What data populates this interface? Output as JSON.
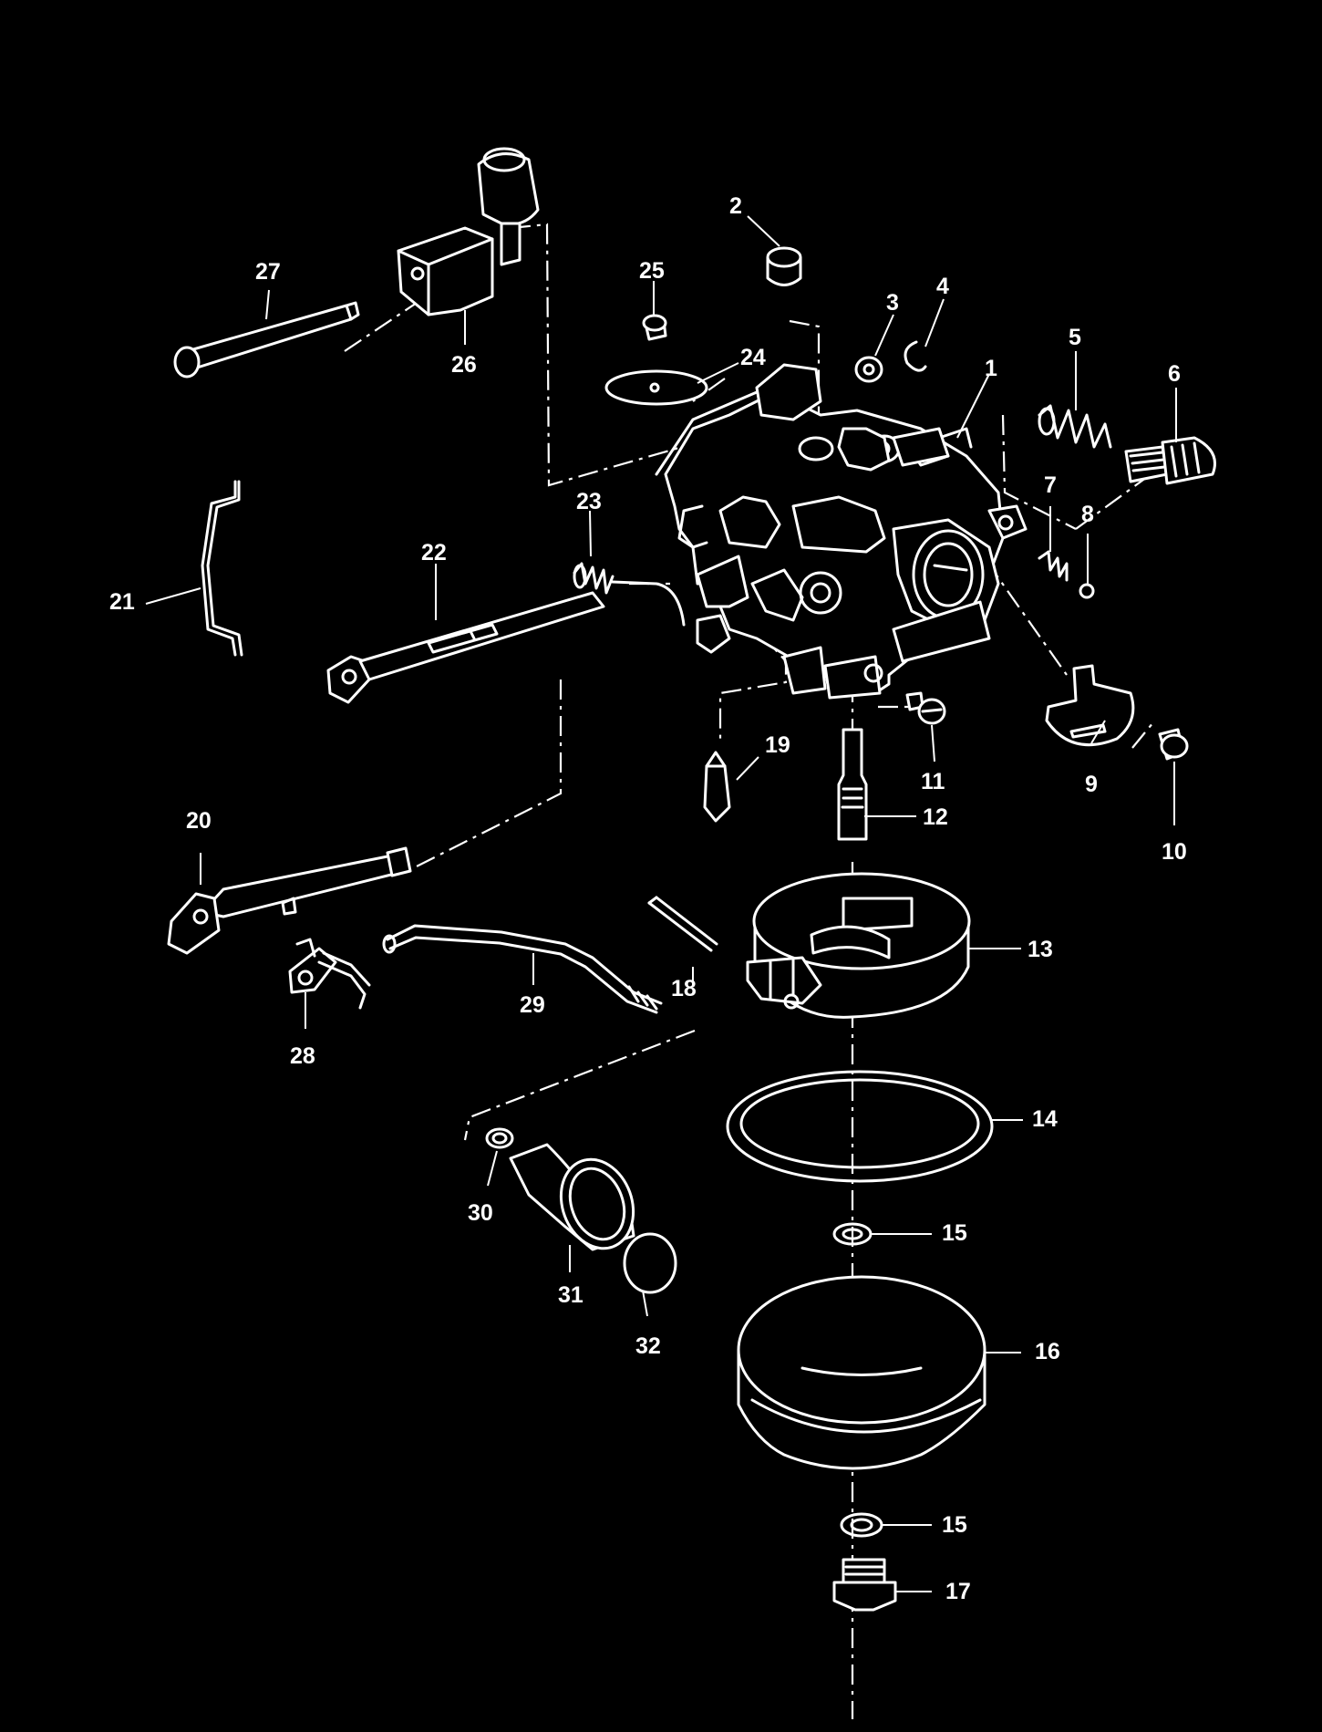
{
  "diagram": {
    "background": "#000000",
    "line_color": "#ffffff",
    "callouts": {
      "c1": "1",
      "c2": "2",
      "c3": "3",
      "c4": "4",
      "c5": "5",
      "c6": "6",
      "c7": "7",
      "c8": "8",
      "c9": "9",
      "c10": "10",
      "c11": "11",
      "c12": "12",
      "c13": "13",
      "c14": "14",
      "c15a": "15",
      "c15b": "15",
      "c16": "16",
      "c17": "17",
      "c18": "18",
      "c19": "19",
      "c20": "20",
      "c21": "21",
      "c22": "22",
      "c23": "23",
      "c24": "24",
      "c25": "25",
      "c26": "26",
      "c27": "27",
      "c28": "28",
      "c29": "29",
      "c30": "30",
      "c31": "31",
      "c32": "32"
    }
  }
}
